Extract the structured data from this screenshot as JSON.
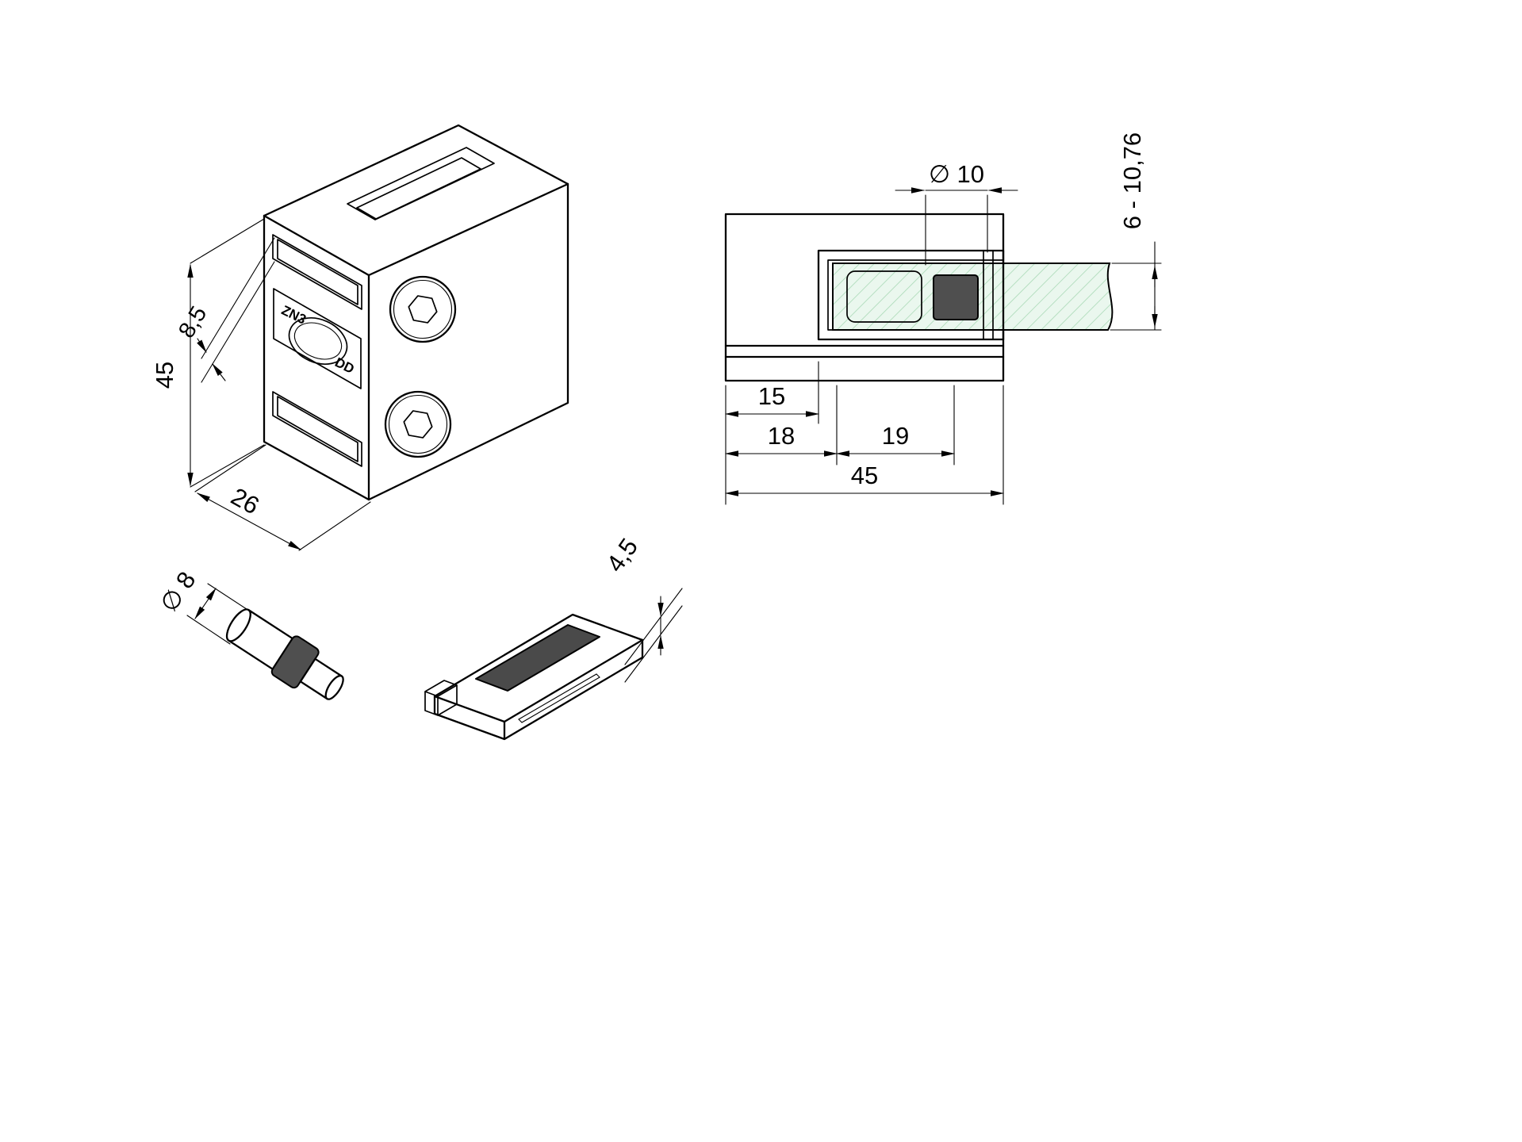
{
  "drawing": {
    "background": "#ffffff",
    "line_color": "#000000",
    "glass_fill": "#eaf7ee",
    "glass_hatch_color": "#a9d9b6",
    "rubber_color": "#4f4f4f",
    "views": {
      "iso": {
        "label": "glass-clamp-isometric",
        "dim_height": "45",
        "dim_slot_width": "8,5",
        "dim_depth": "26",
        "engraving_top": "ZN3",
        "engraving_bottom": "DD"
      },
      "section": {
        "label": "glass-clamp-side-section",
        "dim_hole_dia": "∅ 10",
        "dim_glass_range": "6 - 10,76",
        "dim_inset": "15",
        "dim_body": "18",
        "dim_pin": "19",
        "dim_width": "45"
      },
      "pin": {
        "label": "security-pin",
        "dim_dia": "∅ 8"
      },
      "gasket": {
        "label": "rubber-gasket",
        "dim_thickness": "4,5"
      }
    }
  }
}
